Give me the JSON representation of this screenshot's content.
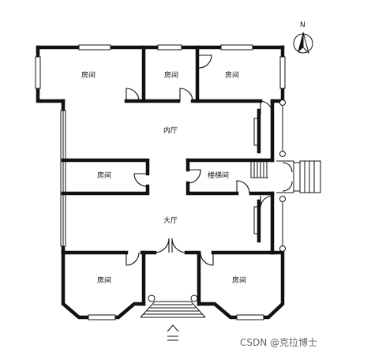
{
  "rooms": {
    "room_nw": "房间",
    "room_n_center": "房间",
    "room_ne": "房间",
    "inner_hall": "内厅",
    "room_w": "房间",
    "stairwell": "楼梯间",
    "main_hall": "大厅",
    "room_sw": "房间",
    "room_se": "房间"
  },
  "compass": {
    "letter": "N"
  },
  "watermark": "CSDN @克拉博士"
}
